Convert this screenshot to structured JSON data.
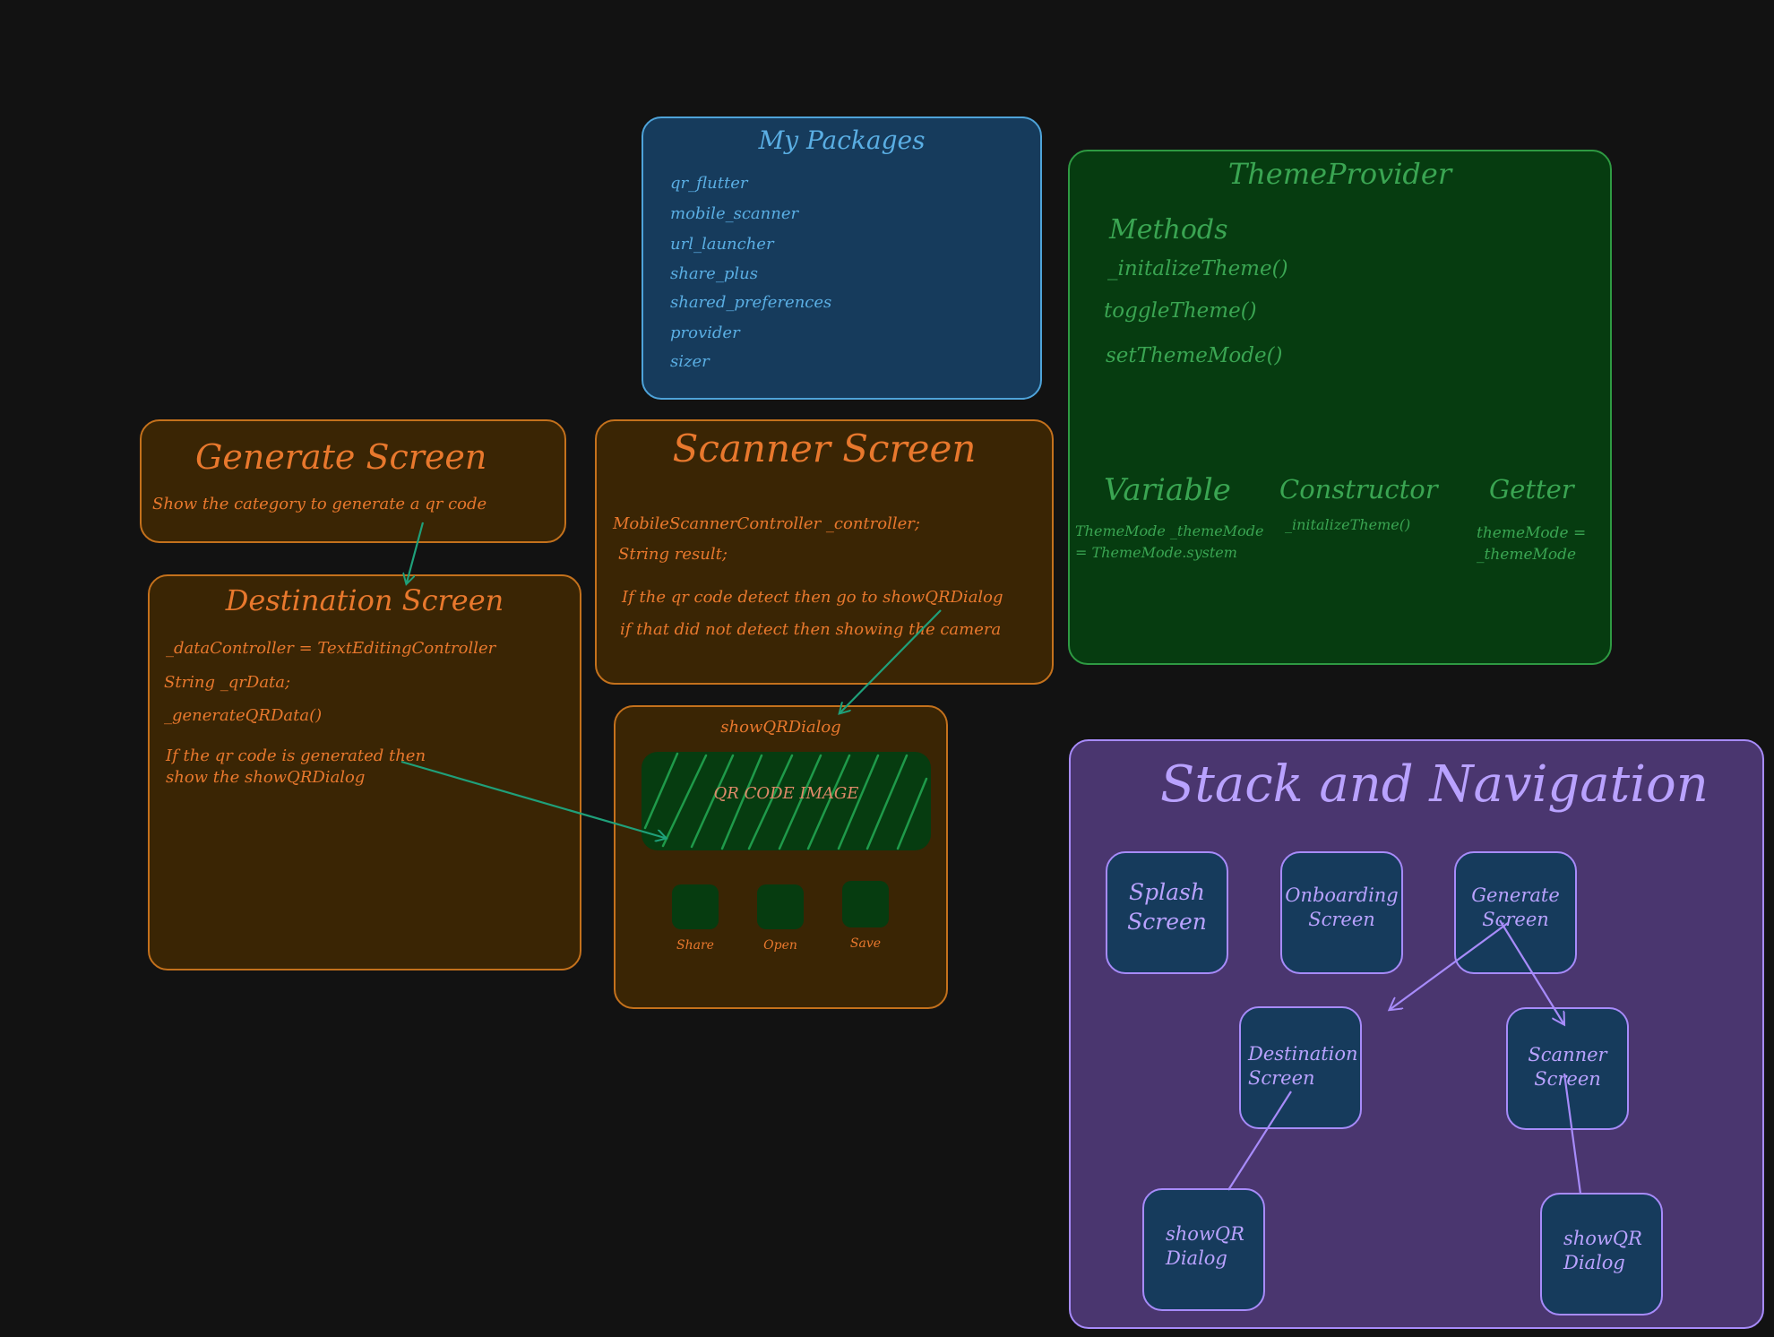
{
  "packages": {
    "title": "My Packages",
    "items": [
      "qr_flutter",
      "mobile_scanner",
      "url_launcher",
      "share_plus",
      "shared_preferences",
      "provider",
      "sizer"
    ]
  },
  "theme_provider": {
    "title": "ThemeProvider",
    "methods_heading": "Methods",
    "methods": [
      "_initalizeTheme()",
      "toggleTheme()",
      "setThemeMode()"
    ],
    "variable_heading": "Variable",
    "variable_lines": [
      "ThemeMode _themeMode",
      "= ThemeMode.system"
    ],
    "constructor_heading": "Constructor",
    "constructor_line": "_initalizeTheme()",
    "getter_heading": "Getter",
    "getter_lines": [
      "themeMode =",
      "_themeMode"
    ]
  },
  "generate_screen": {
    "title": "Generate Screen",
    "description": "Show the category to generate a qr code"
  },
  "destination_screen": {
    "title": "Destination Screen",
    "lines": [
      "_dataController = TextEditingController",
      "String _qrData;",
      "_generateQRData()"
    ],
    "note_lines": [
      "If the qr code is generated then",
      "show the showQRDialog"
    ]
  },
  "scanner_screen": {
    "title": "Scanner Screen",
    "lines": [
      "MobileScannerController _controller;",
      "String result;"
    ],
    "note_lines": [
      "If the qr code detect then go to showQRDialog",
      "if that did not detect then showing the camera"
    ]
  },
  "qr_dialog": {
    "title": "showQRDialog",
    "image_label": "QR CODE IMAGE",
    "buttons": [
      "Share",
      "Open",
      "Save"
    ]
  },
  "navigation": {
    "title": "Stack and Navigation",
    "splash": [
      "Splash",
      "Screen"
    ],
    "onboarding": [
      "Onboarding",
      "Screen"
    ],
    "generate": [
      "Generate",
      "Screen"
    ],
    "destination": [
      "Destination",
      "Screen"
    ],
    "scanner": [
      "Scanner",
      "Screen"
    ],
    "dialog_left": [
      "showQR",
      "Dialog"
    ],
    "dialog_right": [
      "showQR",
      "Dialog"
    ]
  },
  "colors": {
    "background": "#121212",
    "orange": "#e8782d",
    "blue": "#4ea3d9",
    "green": "#2e9a42",
    "purple": "#a78bfa",
    "arrow_green": "#1fa07a"
  }
}
